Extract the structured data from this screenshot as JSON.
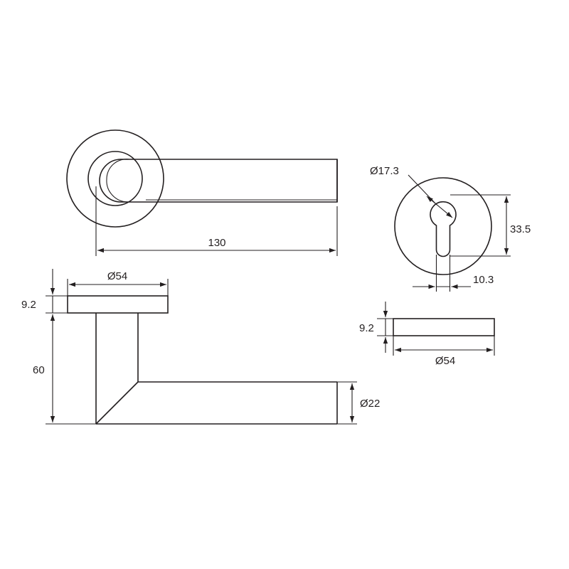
{
  "labels": {
    "length": "130",
    "rose_diameter_top": "Ø54",
    "rose_thickness_left": "9.2",
    "height": "60",
    "lever_diameter": "Ø22",
    "keyhole_diameter": "Ø17.3",
    "keyhole_height": "33.5",
    "keyhole_width": "10.3",
    "rose_thickness_right": "9.2",
    "rose_diameter_right": "Ø54"
  },
  "colors": {
    "line": "#231f20",
    "background": "#ffffff"
  }
}
